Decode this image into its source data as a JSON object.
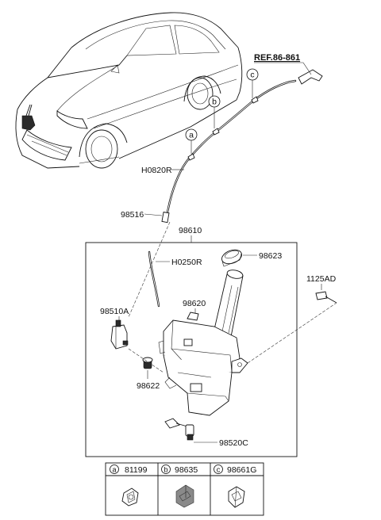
{
  "labels": {
    "ref": "REF.86-861",
    "h0820r": "H0820R",
    "p98516": "98516",
    "p98610": "98610",
    "h0250r": "H0250R",
    "p98623": "98623",
    "p1125ad": "1125AD",
    "p98510a": "98510A",
    "p98620": "98620",
    "p98622": "98622",
    "p98520c": "98520C"
  },
  "callouts": {
    "a": "a",
    "b": "b",
    "c": "c"
  },
  "legend": {
    "items": [
      {
        "letter": "a",
        "part": "81199"
      },
      {
        "letter": "b",
        "part": "98635"
      },
      {
        "letter": "c",
        "part": "98661G"
      }
    ]
  }
}
